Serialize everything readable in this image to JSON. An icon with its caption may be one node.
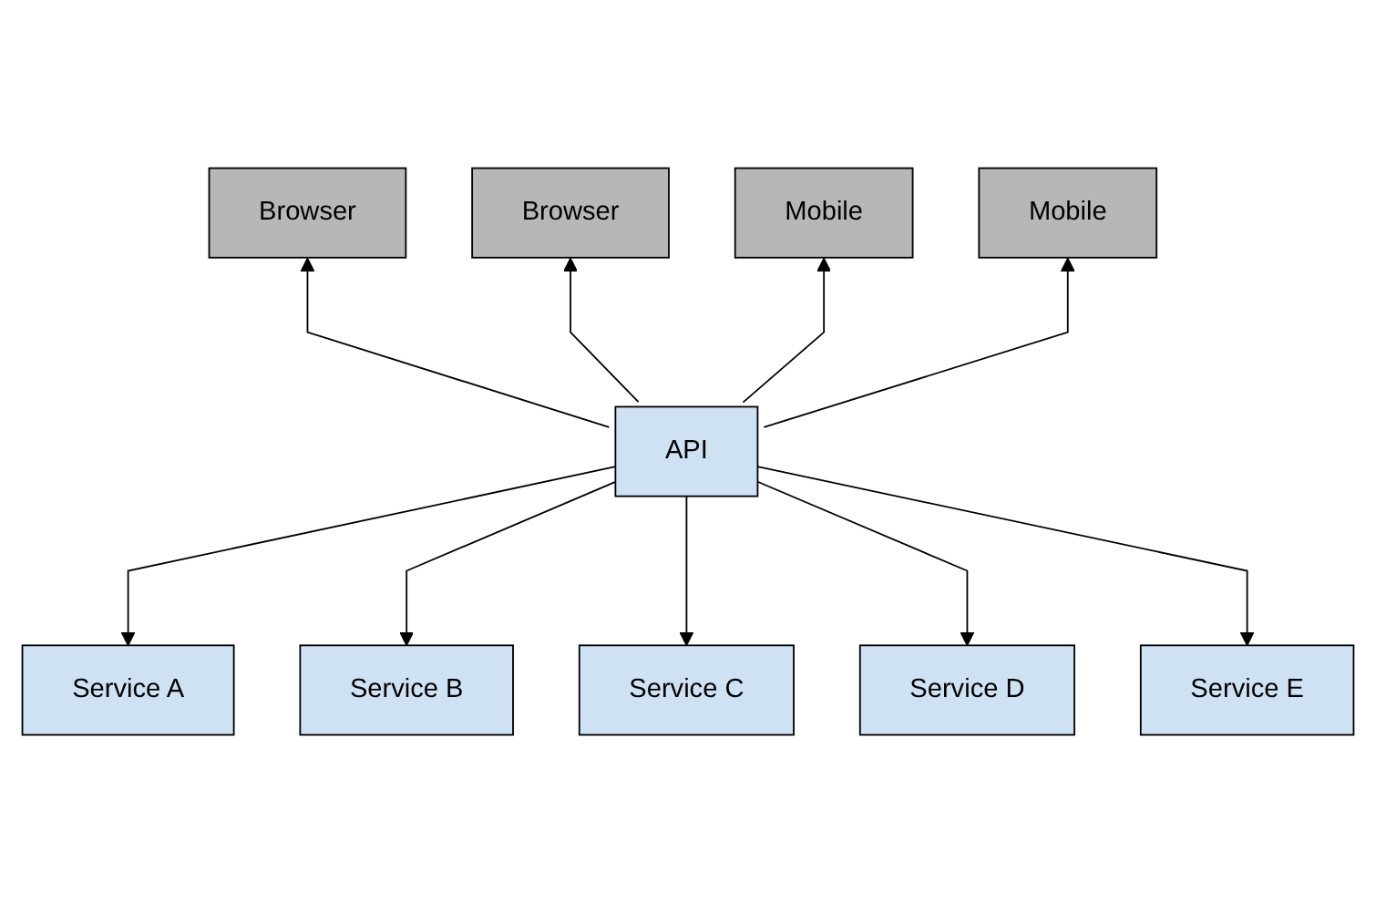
{
  "diagram": {
    "nodes": [
      {
        "text": [
          "Browser"
        ]
      },
      {
        "text": [
          "Browser"
        ]
      },
      {
        "text": [
          "Mobile"
        ]
      },
      {
        "text": [
          "Mobile"
        ]
      },
      {
        "text": [
          "API"
        ]
      },
      {
        "text": [
          "Service A"
        ]
      },
      {
        "text": [
          "Service B"
        ]
      },
      {
        "text": [
          "Service C"
        ]
      },
      {
        "text": [
          "Service D"
        ]
      },
      {
        "text": [
          "Service E"
        ]
      }
    ],
    "edges": [
      {
        "from": 4,
        "to": 0,
        "arrow": "to"
      },
      {
        "from": 4,
        "to": 1,
        "arrow": "to"
      },
      {
        "from": 4,
        "to": 2,
        "arrow": "to"
      },
      {
        "from": 4,
        "to": 3,
        "arrow": "to"
      },
      {
        "from": 4,
        "to": 5,
        "arrow": "to"
      },
      {
        "from": 4,
        "to": 6,
        "arrow": "to"
      },
      {
        "from": 4,
        "to": 7,
        "arrow": "to"
      },
      {
        "from": 4,
        "to": 8,
        "arrow": "to"
      },
      {
        "from": 4,
        "to": 9,
        "arrow": "to"
      }
    ]
  }
}
